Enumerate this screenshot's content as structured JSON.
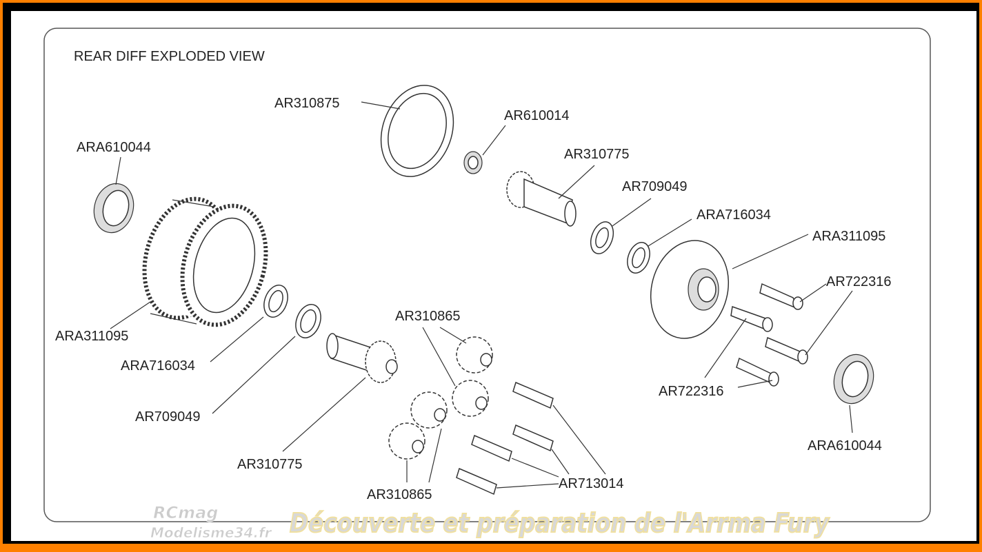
{
  "title": "REAR DIFF EXPLODED VIEW",
  "parts": {
    "ar310875": "AR310875",
    "ar610014": "AR610014",
    "ara610044_left": "ARA610044",
    "ar310775_top": "AR310775",
    "ar709049_top": "AR709049",
    "ara716034_top": "ARA716034",
    "ara311095_right": "ARA311095",
    "ar722316_right": "AR722316",
    "ara311095_left": "ARA311095",
    "ara716034_left": "ARA716034",
    "ar709049_left": "AR709049",
    "ar310865_top": "AR310865",
    "ar310775_bottom": "AR310775",
    "ar722316_mid": "AR722316",
    "ara610044_right": "ARA610044",
    "ar713014": "AR713014",
    "ar310865_bottom": "AR310865"
  },
  "watermark": {
    "logo_line1": "RCmag",
    "logo_line2": "Modelisme34.fr",
    "caption": "Découverte et préparation de l'Arrma Fury"
  },
  "colors": {
    "border_outer": "#ff8000",
    "border_inner": "#000000",
    "watermark": "#e6d9a0"
  }
}
